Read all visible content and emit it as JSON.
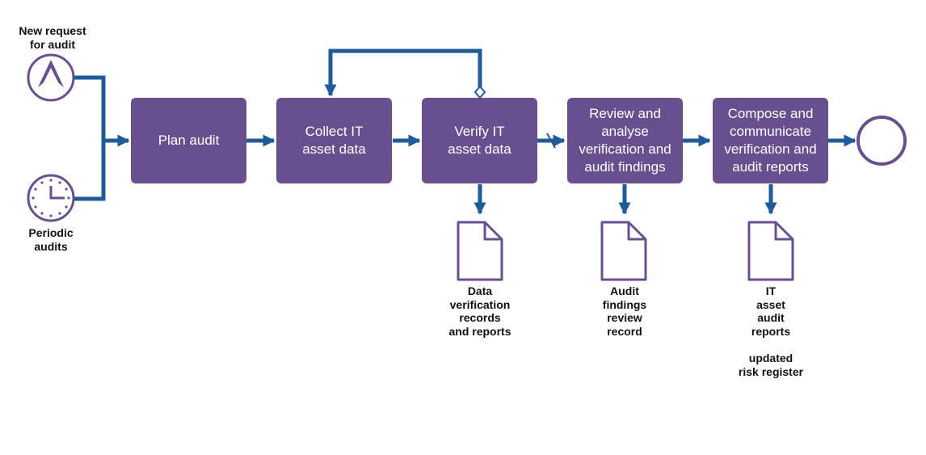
{
  "colors": {
    "arrow": "#1f5b9a",
    "process": "#68508e",
    "event_stroke": "#68508e",
    "text": "#111111"
  },
  "start_events": [
    {
      "label": "New request\nfor audit",
      "icon": "message-icon"
    },
    {
      "label": "Periodic\naudits",
      "icon": "clock-icon"
    }
  ],
  "steps": [
    {
      "label": "Plan audit"
    },
    {
      "label": "Collect IT\nasset data"
    },
    {
      "label": "Verify IT\nasset data"
    },
    {
      "label": "Review and\nanalyse\nverification and\naudit findings"
    },
    {
      "label": "Compose and\ncommunicate\nverification and\naudit reports"
    }
  ],
  "outputs": [
    {
      "label": "Data\nverification\nrecords\nand reports",
      "icon": "document-icon"
    },
    {
      "label": "Audit\nfindings\nreview\nrecord",
      "icon": "document-icon"
    },
    {
      "label": "IT\nasset\naudit\nreports",
      "icon": "document-icon",
      "note": "updated\nrisk register"
    }
  ],
  "end_event": {
    "icon": "end-circle-icon"
  }
}
